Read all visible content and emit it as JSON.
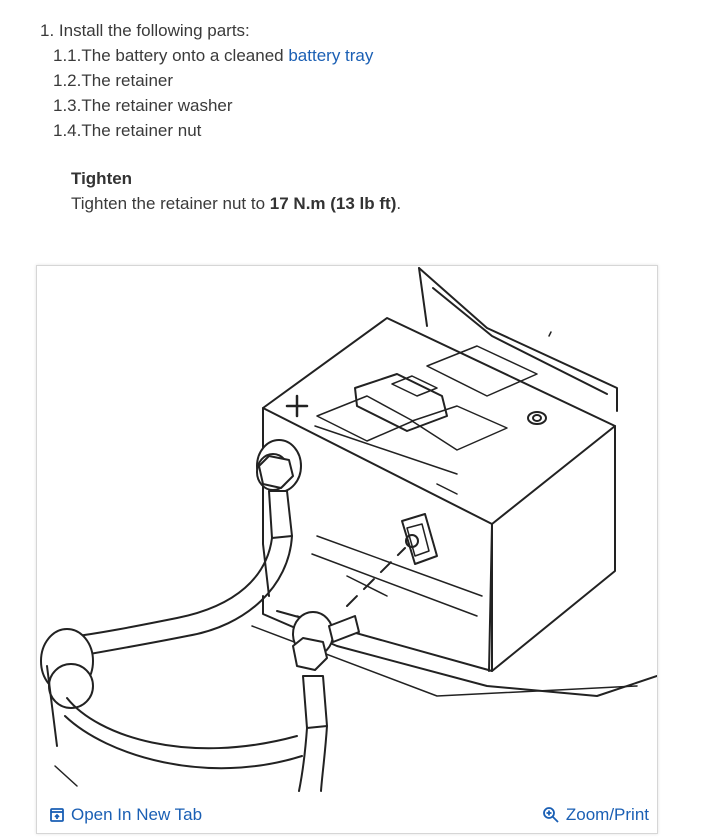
{
  "steps": {
    "main": "1. Install the following parts:",
    "items": [
      {
        "num": "1.1.",
        "text": "The battery onto a cleaned ",
        "link": "battery tray"
      },
      {
        "num": "1.2.",
        "text": "The retainer"
      },
      {
        "num": "1.3.",
        "text": "The retainer washer"
      },
      {
        "num": "1.4.",
        "text": "The retainer nut"
      }
    ]
  },
  "note": {
    "title": "Tighten",
    "body_prefix": "Tighten the retainer nut to ",
    "torque": "17 N.m (13 lb ft)",
    "body_suffix": "."
  },
  "figure": {
    "open_label": "Open In New Tab",
    "zoom_label": "Zoom/Print",
    "open_icon": "open-new-tab-icon",
    "zoom_icon": "zoom-in-icon",
    "accent": "#1a5fb4"
  }
}
